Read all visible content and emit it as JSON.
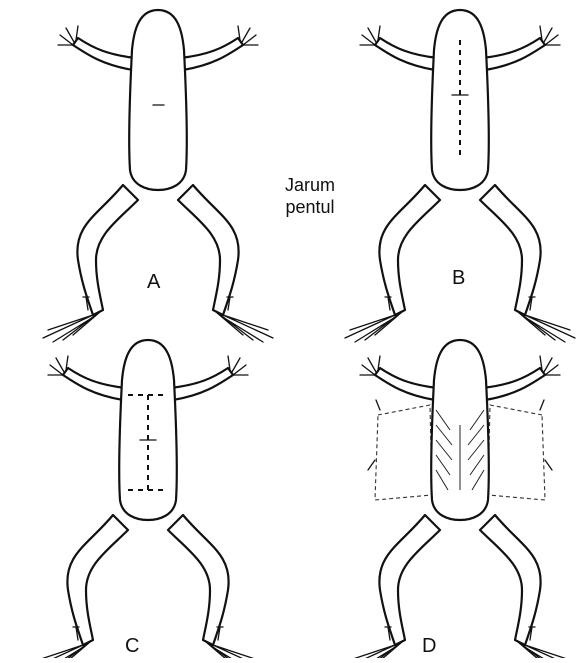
{
  "panels": [
    {
      "id": "A",
      "label": "A",
      "stage": "pinned"
    },
    {
      "id": "B",
      "label": "B",
      "stage": "incision-line"
    },
    {
      "id": "C",
      "label": "C",
      "stage": "incision-line"
    },
    {
      "id": "D",
      "label": "D",
      "stage": "skin-pinned-open"
    }
  ],
  "annotation": {
    "line1": "Jarum",
    "line2": "pentul"
  },
  "colors": {
    "ink": "#111111",
    "paper": "#ffffff"
  }
}
